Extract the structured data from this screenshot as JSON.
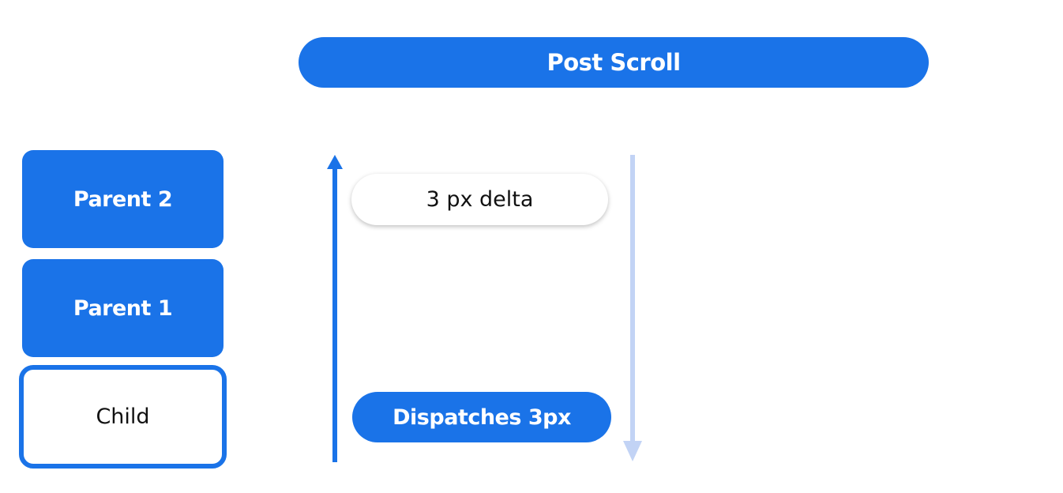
{
  "header": {
    "title": "Post Scroll"
  },
  "hierarchy": {
    "items": [
      {
        "label": "Parent 2",
        "style": "filled"
      },
      {
        "label": "Parent 1",
        "style": "filled"
      },
      {
        "label": "Child",
        "style": "outlined"
      }
    ]
  },
  "flow": {
    "delta_label": "3 px delta",
    "dispatch_label": "Dispatches 3px",
    "up_arrow": {
      "direction": "up",
      "color": "#1a73e8"
    },
    "down_arrow": {
      "direction": "down",
      "color": "#c2d3f5"
    }
  },
  "colors": {
    "primary": "#1a73e8",
    "light": "#c2d3f5",
    "background": "#ffffff"
  }
}
